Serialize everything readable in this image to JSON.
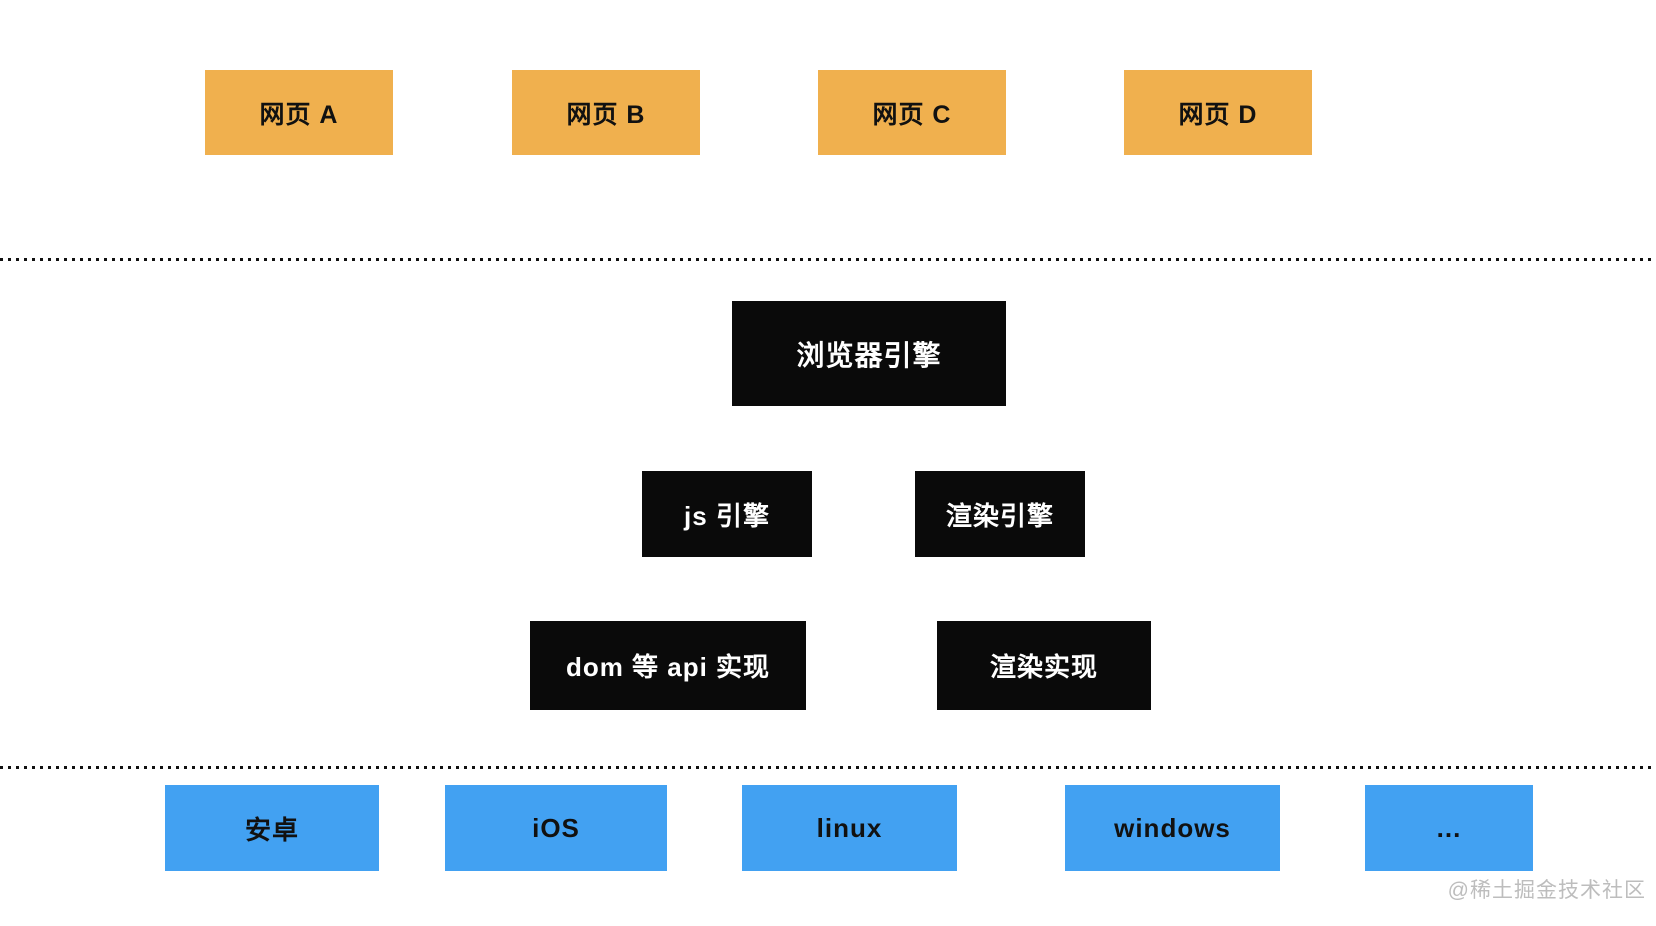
{
  "diagram": {
    "title_implied": "browser architecture layers",
    "web_pages": [
      {
        "label": "网页 A"
      },
      {
        "label": "网页 B"
      },
      {
        "label": "网页 C"
      },
      {
        "label": "网页 D"
      }
    ],
    "browser_engine": {
      "label": "浏览器引擎"
    },
    "engines": [
      {
        "label": "js 引擎"
      },
      {
        "label": "渲染引擎"
      }
    ],
    "implementations": [
      {
        "label": "dom 等 api 实现"
      },
      {
        "label": "渲染实现"
      }
    ],
    "platforms": [
      {
        "label": "安卓"
      },
      {
        "label": "iOS"
      },
      {
        "label": "linux"
      },
      {
        "label": "windows"
      },
      {
        "label": "..."
      }
    ]
  },
  "watermark": "@稀土掘金技术社区",
  "colors": {
    "page_box": "#F0B04E",
    "engine_box": "#0A0A0A",
    "engine_text": "#FFFFFF",
    "platform_box": "#42A1F2",
    "box_text": "#111111",
    "separator": "#111111",
    "watermark": "#BDBDBD"
  }
}
